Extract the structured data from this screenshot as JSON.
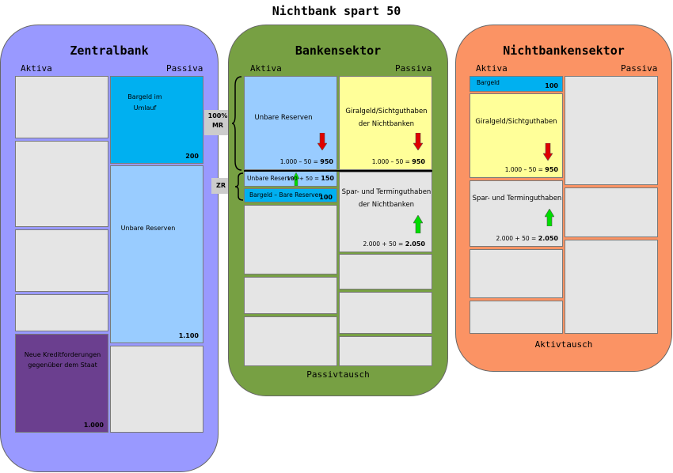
{
  "title": "Nichtbank spart 50",
  "zentralbank": {
    "title": "Zentralbank",
    "aktiva": "Aktiva",
    "passiva": "Passiva",
    "bargeld": {
      "label": "Bargeld im Umlauf",
      "value": "200"
    },
    "reserven": {
      "label": "Unbare Reserven",
      "value": "1.100"
    },
    "kredit": {
      "label": "Neue Kreditforderungen gegenüber dem Staat",
      "value": "1.000"
    }
  },
  "bankensektor": {
    "title": "Bankensektor",
    "aktiva": "Aktiva",
    "passiva": "Passiva",
    "reserven": {
      "label": "Unbare Reserven",
      "calc": "1.000 – 50 =",
      "result": "950"
    },
    "giral": {
      "label": "Giralgeld/Sichtguthaben der Nichtbanken",
      "calc": "1.000 – 50 =",
      "result": "950"
    },
    "zr_reserven": {
      "label": "Unbare Reserven",
      "calc": "100 + 50 =",
      "result": "150"
    },
    "bargeld_bare": {
      "label": "Bargeld – Bare Reserven",
      "value": "100"
    },
    "spar": {
      "label": "Spar- und Terminguthaben der Nichtbanken",
      "calc": "2.000 + 50 =",
      "result": "2.050"
    },
    "footer": "Passivtausch",
    "mr_tag": "100% MR",
    "zr_tag": "ZR"
  },
  "nichtbankensektor": {
    "title": "Nichtbankensektor",
    "aktiva": "Aktiva",
    "passiva": "Passiva",
    "bargeld": {
      "label": "Bargeld",
      "value": "100"
    },
    "giral": {
      "label": "Giralgeld/Sichtguthaben",
      "calc": "1.000 – 50 =",
      "result": "950"
    },
    "spar": {
      "label": "Spar- und Terminguthaben",
      "calc": "2.000 + 50 =",
      "result": "2.050"
    },
    "footer": "Aktivtausch"
  },
  "colors": {
    "zentralbank_bg": "#9999ff",
    "bankensektor_bg": "#77a043",
    "nichtbank_bg": "#fb9364",
    "bargeld_blue": "#00b0f0",
    "reserve_blue": "#99ccff",
    "yellow": "#ffff99",
    "purple": "#6b3f8f",
    "grey": "#e5e5e5",
    "arrow_down": "#e00000",
    "arrow_up": "#00dd00"
  }
}
